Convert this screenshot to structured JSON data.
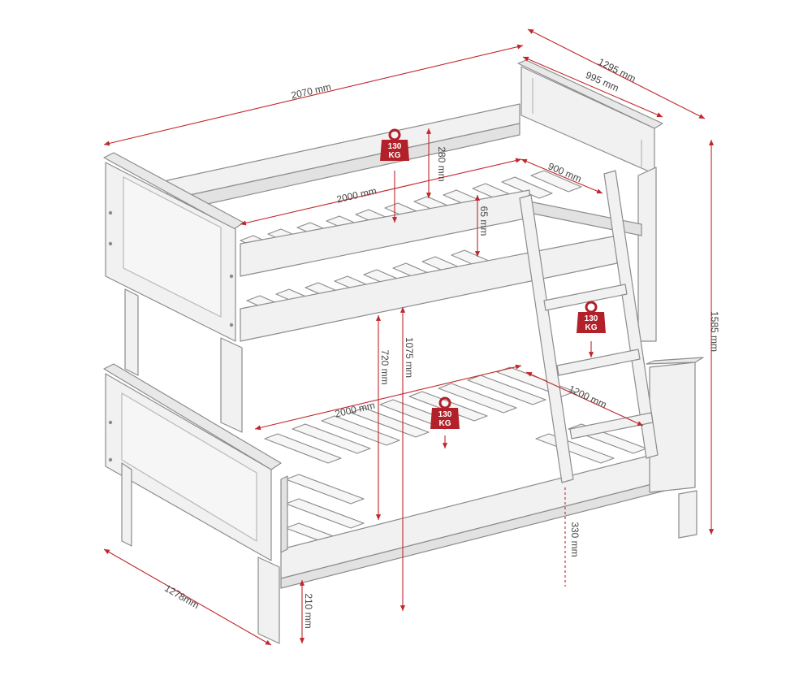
{
  "colors": {
    "frame_fill": "#f1f1f1",
    "frame_shade": "#e2e2e2",
    "frame_stroke": "#8c8c8c",
    "dimension_line": "#c0262c",
    "dimension_text": "#444444",
    "weight_badge": "#b2202a"
  },
  "dimensions": {
    "overall_length": "2070 mm",
    "overall_depth": "1295 mm",
    "top_inner_depth": "995 mm",
    "top_guard_height": "280 mm",
    "top_mattress_depth": "900 mm",
    "top_mattress_length": "2000 mm",
    "top_mattress_thickness": "65 mm",
    "overall_height": "1585 mm",
    "clearance_height": "720 mm",
    "bottom_to_top_height": "1075 mm",
    "bottom_mattress_length": "2000 mm",
    "bottom_mattress_depth": "1200 mm",
    "ladder_offset": "330 mm",
    "floor_clearance": "210 mm",
    "bottom_depth": "1278mm"
  },
  "weight_badges": [
    {
      "id": "top",
      "line1": "130",
      "line2": "KG"
    },
    {
      "id": "ladder",
      "line1": "130",
      "line2": "KG"
    },
    {
      "id": "bottom",
      "line1": "130",
      "line2": "KG"
    }
  ]
}
